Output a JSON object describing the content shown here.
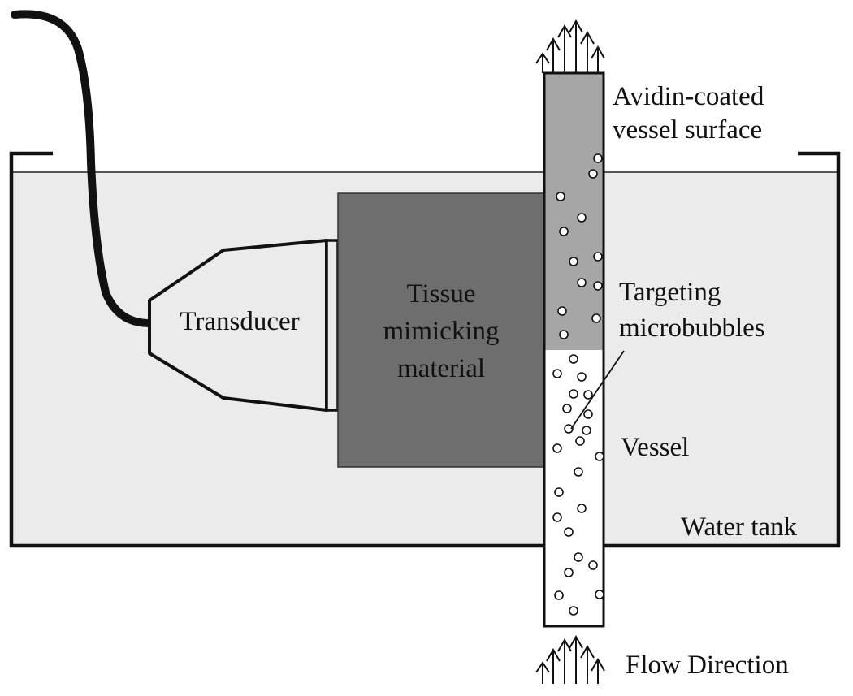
{
  "labels": {
    "avidin_line1": "Avidin-coated",
    "avidin_line2": "vessel surface",
    "transducer": "Transducer",
    "tissue_line1": "Tissue",
    "tissue_line2": "mimicking",
    "tissue_line3": "material",
    "targeting_line1": "Targeting",
    "targeting_line2": "microbubbles",
    "vessel": "Vessel",
    "water_tank": "Water tank",
    "flow_direction": "Flow Direction"
  },
  "colors": {
    "water": "#ebebeb",
    "tissue": "#6e6e6e",
    "coated_surface": "#a6a6a6",
    "vessel_interior": "#ffffff",
    "outline": "#111111"
  },
  "icons": {
    "flow_top": "upward-arrows-icon",
    "flow_bottom": "upward-arrows-icon"
  }
}
